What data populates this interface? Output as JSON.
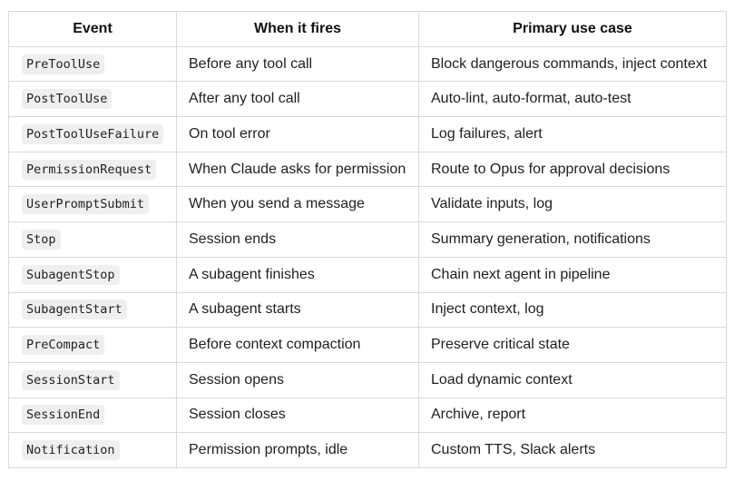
{
  "columns": [
    "Event",
    "When it fires",
    "Primary use case"
  ],
  "rows": [
    {
      "event": "PreToolUse",
      "when": "Before any tool call",
      "use": "Block dangerous commands, inject context"
    },
    {
      "event": "PostToolUse",
      "when": "After any tool call",
      "use": "Auto-lint, auto-format, auto-test"
    },
    {
      "event": "PostToolUseFailure",
      "when": "On tool error",
      "use": "Log failures, alert"
    },
    {
      "event": "PermissionRequest",
      "when": "When Claude asks for permission",
      "use": "Route to Opus for approval decisions"
    },
    {
      "event": "UserPromptSubmit",
      "when": "When you send a message",
      "use": "Validate inputs, log"
    },
    {
      "event": "Stop",
      "when": "Session ends",
      "use": "Summary generation, notifications"
    },
    {
      "event": "SubagentStop",
      "when": "A subagent finishes",
      "use": "Chain next agent in pipeline"
    },
    {
      "event": "SubagentStart",
      "when": "A subagent starts",
      "use": "Inject context, log"
    },
    {
      "event": "PreCompact",
      "when": "Before context compaction",
      "use": "Preserve critical state"
    },
    {
      "event": "SessionStart",
      "when": "Session opens",
      "use": "Load dynamic context"
    },
    {
      "event": "SessionEnd",
      "when": "Session closes",
      "use": "Archive, report"
    },
    {
      "event": "Notification",
      "when": "Permission prompts, idle",
      "use": "Custom TTS, Slack alerts"
    }
  ]
}
